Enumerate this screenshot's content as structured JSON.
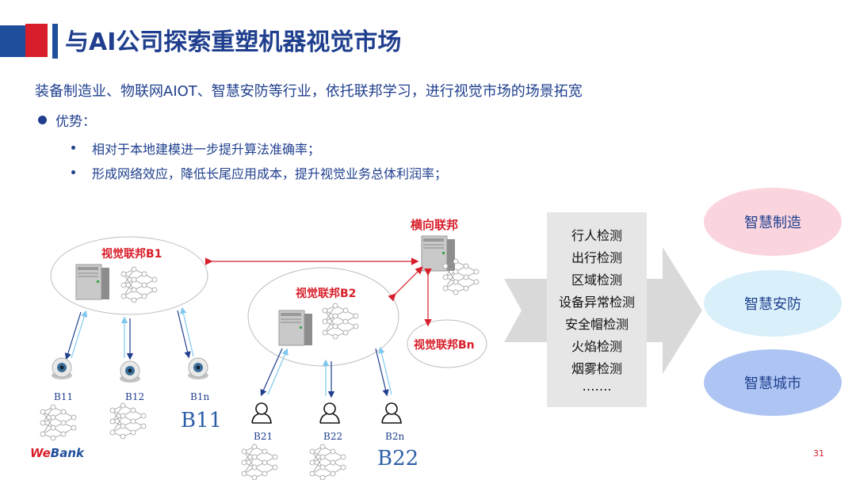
{
  "title": "与AI公司探索重塑机器视觉市场",
  "subtitle": "装备制造业、物联网AIOT、智慧安防等行业，依托联邦学习，进行视觉市场的场景拓宽",
  "advantage_label": "优势：",
  "bullets": [
    "相对于本地建模进一步提升算法准确率；",
    "形成网络效应，降低长尾应用成本，提升视觉业务总体利润率；"
  ],
  "diagram": {
    "horizontal_federation": "横向联邦",
    "fed_b1": "视觉联邦B1",
    "fed_b2": "视觉联邦B2",
    "fed_bn": "视觉联邦Bn",
    "b1_nodes": [
      "B11",
      "B12",
      "B1n"
    ],
    "b1_group": "B11",
    "b2_nodes": [
      "B21",
      "B22",
      "B2n"
    ],
    "b2_group": "B22"
  },
  "detections": [
    "行人检测",
    "出行检测",
    "区域检测",
    "设备异常检测",
    "安全帽检测",
    "火焰检测",
    "烟雾检测",
    "……."
  ],
  "scenarios": [
    {
      "label": "智慧制造",
      "color": "#fbd5de"
    },
    {
      "label": "智慧安防",
      "color": "#d9f0fa"
    },
    {
      "label": "智慧城市",
      "color": "#aec5f3"
    }
  ],
  "logo": {
    "we": "We",
    "bank": "Bank"
  },
  "page_number": "31"
}
